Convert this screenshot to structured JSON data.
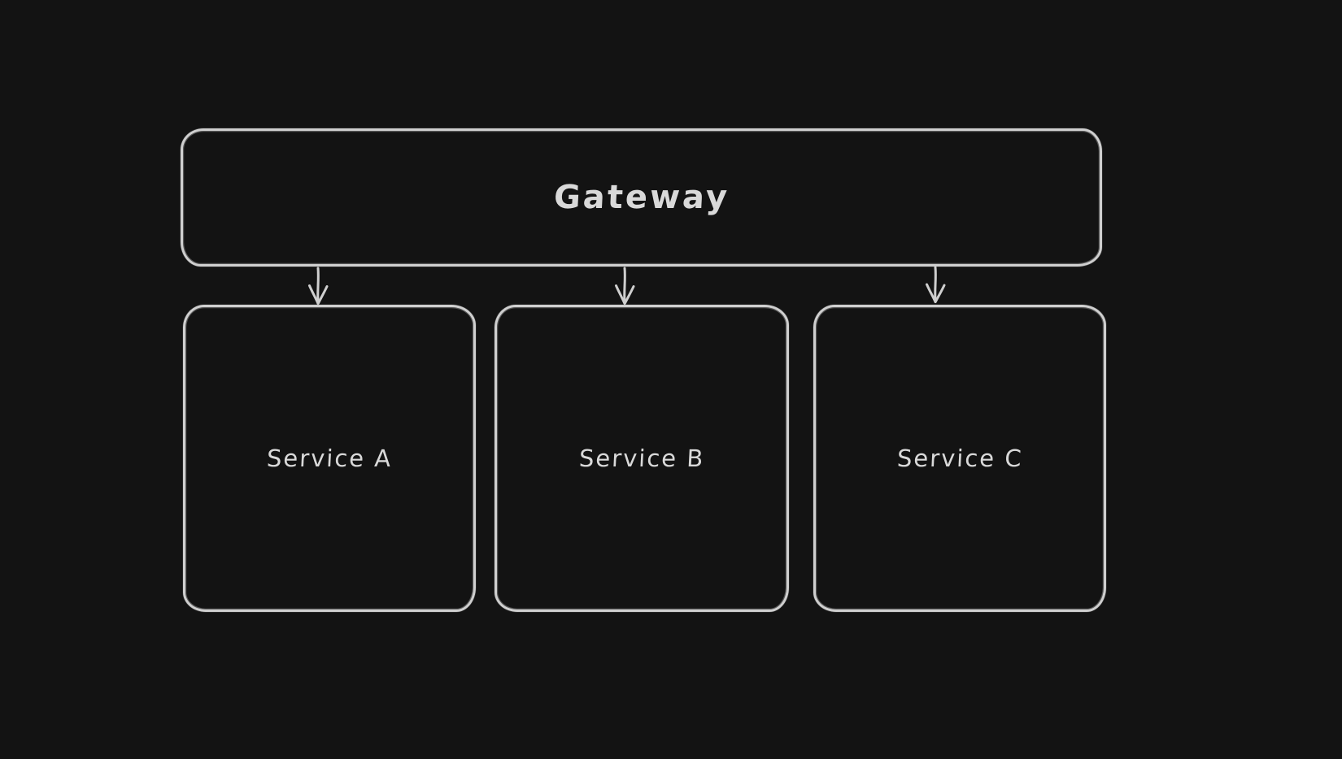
{
  "diagram": {
    "background_color": "#131313",
    "stroke_color": "#cfcfcf",
    "text_color": "#d9d9d9",
    "style": "hand-drawn-whiteboard-dark",
    "nodes": {
      "gateway": {
        "label": "Gateway",
        "shape": "rounded-rectangle"
      },
      "service_a": {
        "label": "Service A",
        "shape": "rounded-rectangle"
      },
      "service_b": {
        "label": "Service B",
        "shape": "rounded-rectangle"
      },
      "service_c": {
        "label": "Service C",
        "shape": "rounded-rectangle"
      }
    },
    "edges": [
      {
        "from": "Gateway",
        "to": "Service A",
        "type": "arrow-down"
      },
      {
        "from": "Gateway",
        "to": "Service B",
        "type": "arrow-down"
      },
      {
        "from": "Gateway",
        "to": "Service C",
        "type": "arrow-down"
      }
    ]
  }
}
